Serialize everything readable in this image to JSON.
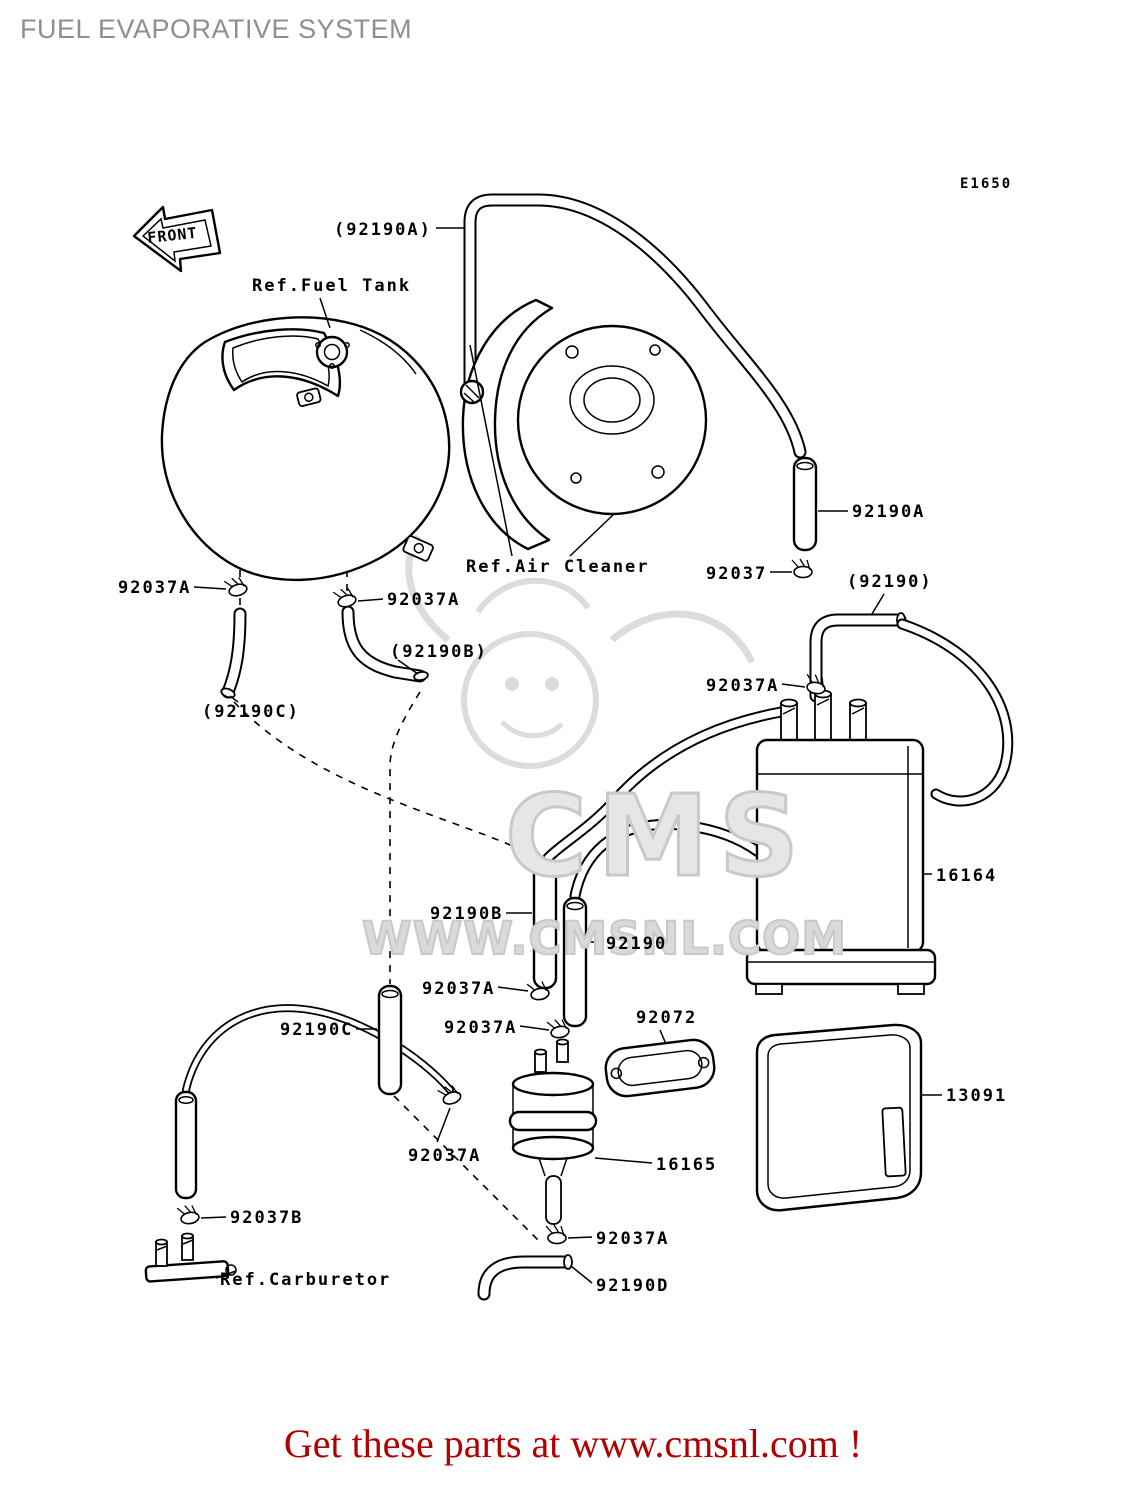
{
  "page": {
    "title": "FUEL EVAPORATIVE SYSTEM",
    "diagram_code": "E1650",
    "front_label": "FRONT",
    "watermark": {
      "main": "CMS",
      "sub": "WWW.CMSNL.COM"
    },
    "footer_link": "Get these parts at www.cmsnl.com !"
  },
  "colors": {
    "title_gray": "#8f8f8f",
    "line_black": "#000000",
    "footer_red": "#b20000",
    "watermark_gray": "#d9d9d9"
  },
  "labels": [
    {
      "id": "92190a-ref",
      "text": "(92190A)"
    },
    {
      "id": "ref-fuel-tank",
      "text": "Ref.Fuel Tank"
    },
    {
      "id": "ref-air-cleaner",
      "text": "Ref.Air Cleaner"
    },
    {
      "id": "92037a-tank-left",
      "text": "92037A"
    },
    {
      "id": "92037a-tank-right",
      "text": "92037A"
    },
    {
      "id": "92190b-ref",
      "text": "(92190B)"
    },
    {
      "id": "92190c-ref",
      "text": "(92190C)"
    },
    {
      "id": "92037",
      "text": "92037"
    },
    {
      "id": "92190-ref",
      "text": "(92190)"
    },
    {
      "id": "92190a",
      "text": "92190A"
    },
    {
      "id": "92037a-canister",
      "text": "92037A"
    },
    {
      "id": "16164",
      "text": "16164"
    },
    {
      "id": "92190b",
      "text": "92190B"
    },
    {
      "id": "92190",
      "text": "92190"
    },
    {
      "id": "92037a-mid",
      "text": "92037A"
    },
    {
      "id": "92190c",
      "text": "92190C"
    },
    {
      "id": "92037a-valve-top",
      "text": "92037A"
    },
    {
      "id": "92072",
      "text": "92072"
    },
    {
      "id": "13091",
      "text": "13091"
    },
    {
      "id": "92037a-hose-low",
      "text": "92037A"
    },
    {
      "id": "16165",
      "text": "16165"
    },
    {
      "id": "92037b",
      "text": "92037B"
    },
    {
      "id": "ref-carburetor",
      "text": "Ref.Carburetor"
    },
    {
      "id": "92037a-valve-bottom",
      "text": "92037A"
    },
    {
      "id": "92190d",
      "text": "92190D"
    }
  ]
}
